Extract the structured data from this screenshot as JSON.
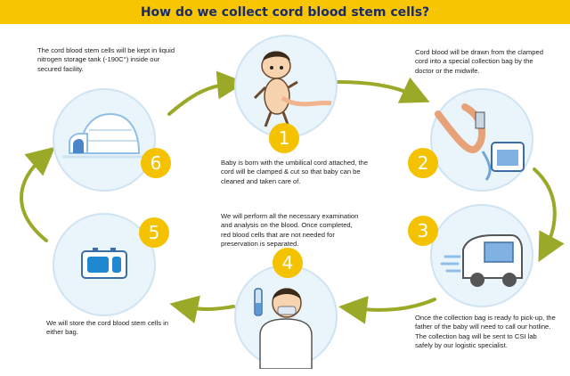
{
  "title": "How do we collect cord blood stem cells?",
  "colors": {
    "banner": "#f7c600",
    "title_text": "#1b2b6a",
    "arrow": "#9aaa28",
    "step_number": "#f5c200",
    "circle_bg": "#eaf4fb"
  },
  "steps": [
    {
      "number": "1",
      "icon": "baby-with-umbilical-cord-illustration",
      "text": "Baby is born with the umbilical cord attached, the cord will be clamped & cut so that baby can be cleaned and taken care of."
    },
    {
      "number": "2",
      "icon": "cord-blood-collection-bag-illustration",
      "text": "Cord blood will be drawn from the clamped cord into a special collection bag by the doctor or the midwife."
    },
    {
      "number": "3",
      "icon": "courier-van-illustration",
      "text": "Once the collection bag is ready fo pick-up, the father of the baby will need to call our hotline. The collection bag will be sent to CSI lab safely by our logistic specialist."
    },
    {
      "number": "4",
      "icon": "lab-scientist-illustration",
      "text": "We will perform all the necessary examination and analysis on the blood. Once completed, red blood cells that are not needed for preservation is separated."
    },
    {
      "number": "5",
      "icon": "storage-bag-illustration",
      "text": "We will store the cord blood stem cells in either bag."
    },
    {
      "number": "6",
      "icon": "igloo-storage-tank-illustration",
      "text": "The cord blood stem cells will be kept in liquid nitrogen storage tank (-190C°) inside our secured facility."
    }
  ]
}
